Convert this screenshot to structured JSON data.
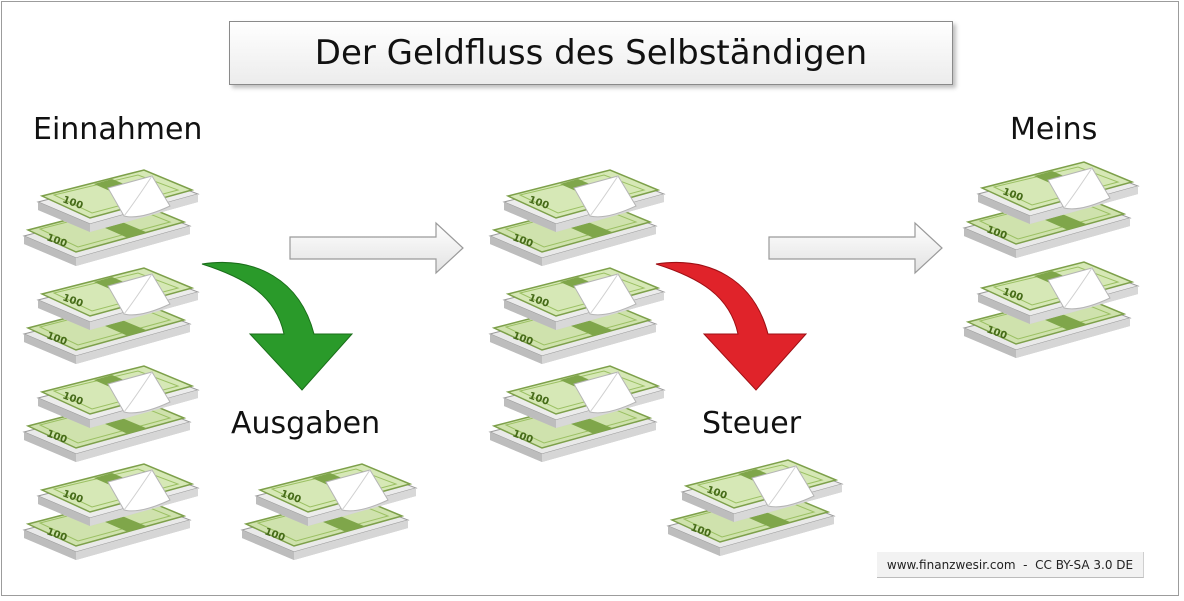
{
  "title": "Der Geldfluss des Selbständigen",
  "labels": {
    "income": "Einnahmen",
    "expenses": "Ausgaben",
    "tax": "Steuer",
    "mine": "Meins"
  },
  "banknote_denomination": "100",
  "stacks": {
    "income": 4,
    "expenses": 1,
    "after_expenses": 3,
    "tax": 1,
    "mine": 2
  },
  "colors": {
    "expense_arrow": "#2a9a2a",
    "tax_arrow": "#e0232a",
    "money_green": "#8ab35a"
  },
  "credit": {
    "site": "www.finanzwesir.com",
    "license": "CC BY-SA 3.0 DE"
  }
}
